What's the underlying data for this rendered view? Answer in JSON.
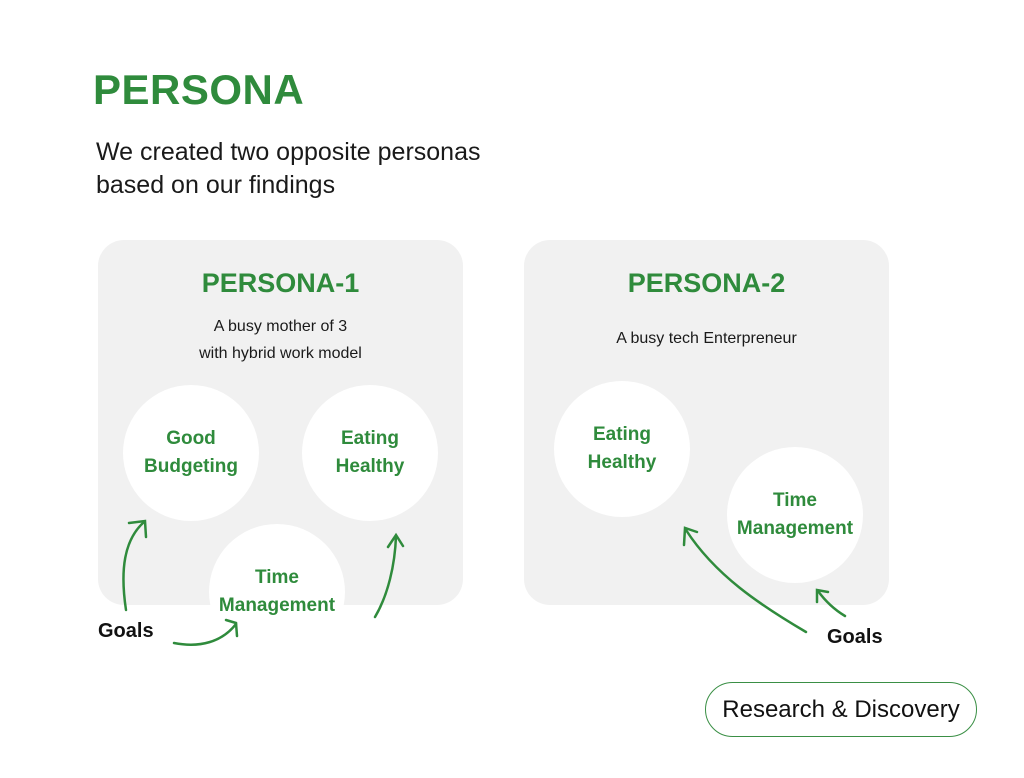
{
  "title": "PERSONA",
  "subtitle": [
    "We created two opposite personas",
    "based on our findings"
  ],
  "personas": [
    {
      "name": "PERSONA-1",
      "description": [
        "A busy mother of 3",
        "with hybrid work model"
      ],
      "goals": [
        [
          "Good",
          "Budgeting"
        ],
        [
          "Eating",
          "Healthy"
        ],
        [
          "Time",
          "Management"
        ]
      ],
      "goals_label": "Goals"
    },
    {
      "name": "PERSONA-2",
      "description": [
        "A busy tech Enterpreneur"
      ],
      "goals": [
        [
          "Eating",
          "Healthy"
        ],
        [
          "Time",
          "Management"
        ]
      ],
      "goals_label": "Goals"
    }
  ],
  "tag": "Research & Discovery",
  "colors": {
    "accent": "#2f8b3c",
    "card": "#f1f1f1"
  }
}
